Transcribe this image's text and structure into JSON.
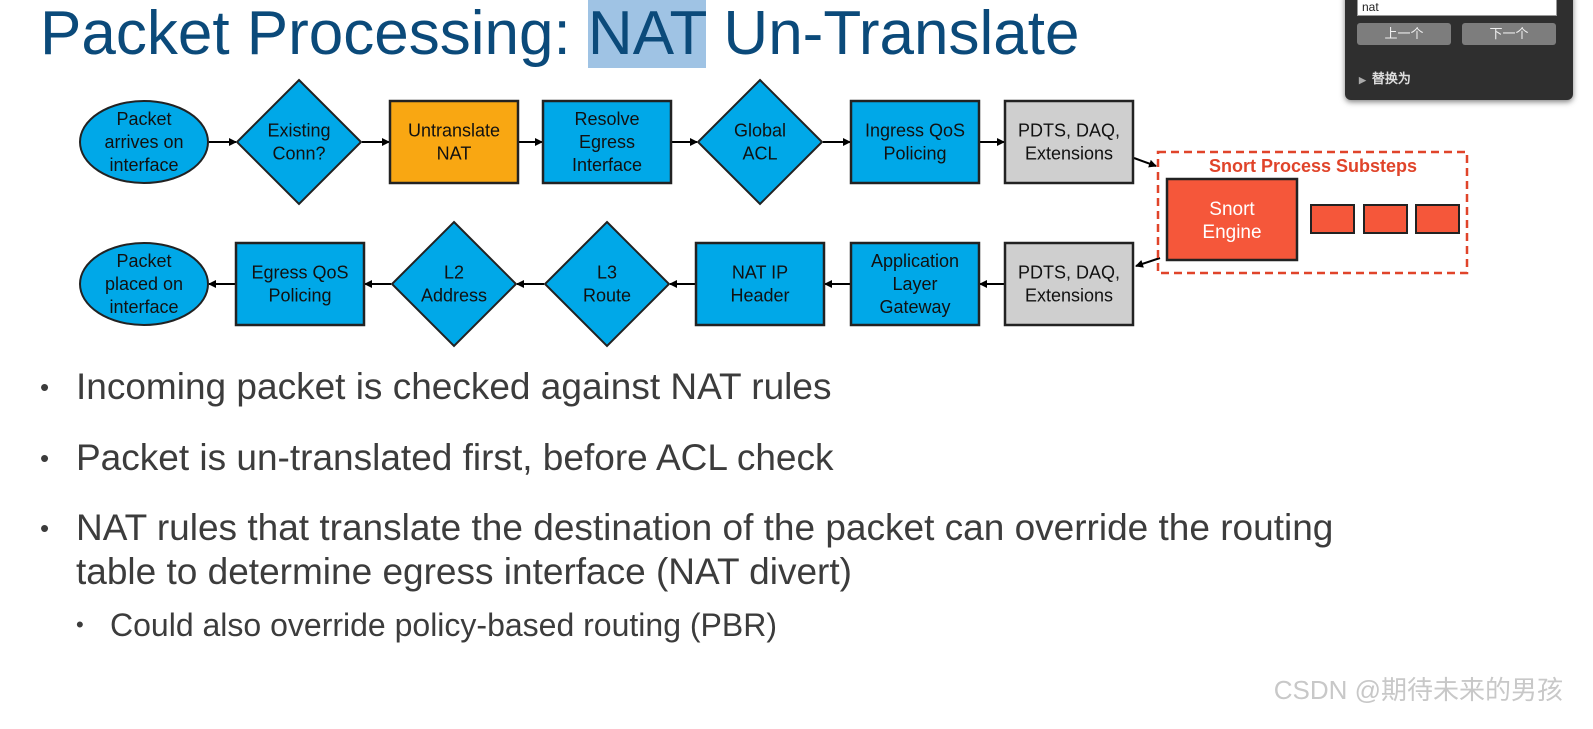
{
  "slide": {
    "title_pre": "Packet Processing: ",
    "title_highlight": "NAT",
    "title_post": " Un-Translate"
  },
  "flow": {
    "row1": [
      {
        "shape": "ellipse",
        "lines": [
          "Packet",
          "arrives on",
          "interface"
        ],
        "color": "#00a8e8"
      },
      {
        "shape": "diamond",
        "lines": [
          "Existing",
          "Conn?"
        ],
        "color": "#00a8e8"
      },
      {
        "shape": "rect",
        "lines": [
          "Untranslate",
          "NAT"
        ],
        "color": "#f9a712"
      },
      {
        "shape": "rect",
        "lines": [
          "Resolve",
          "Egress",
          "Interface"
        ],
        "color": "#00a8e8"
      },
      {
        "shape": "diamond",
        "lines": [
          "Global",
          "ACL"
        ],
        "color": "#00a8e8"
      },
      {
        "shape": "rect",
        "lines": [
          "Ingress QoS",
          "Policing"
        ],
        "color": "#00a8e8"
      },
      {
        "shape": "rect",
        "lines": [
          "PDTS, DAQ,",
          "Extensions"
        ],
        "color": "#cfcfcf"
      }
    ],
    "row2": [
      {
        "shape": "ellipse",
        "lines": [
          "Packet",
          "placed on",
          "interface"
        ],
        "color": "#00a8e8"
      },
      {
        "shape": "rect",
        "lines": [
          "Egress QoS",
          "Policing"
        ],
        "color": "#00a8e8"
      },
      {
        "shape": "diamond",
        "lines": [
          "L2",
          "Address"
        ],
        "color": "#00a8e8"
      },
      {
        "shape": "diamond",
        "lines": [
          "L3",
          "Route"
        ],
        "color": "#00a8e8"
      },
      {
        "shape": "rect",
        "lines": [
          "NAT IP",
          "Header"
        ],
        "color": "#00a8e8"
      },
      {
        "shape": "rect",
        "lines": [
          "Application",
          "Layer",
          "Gateway"
        ],
        "color": "#00a8e8"
      },
      {
        "shape": "rect",
        "lines": [
          "PDTS, DAQ,",
          "Extensions"
        ],
        "color": "#cfcfcf"
      }
    ],
    "snort": {
      "title": "Snort Process Substeps",
      "engine_lines": [
        "Snort",
        "Engine"
      ],
      "color": "#f5573a",
      "border_color": "#e0442a"
    }
  },
  "bullets": [
    {
      "text": "Incoming packet is checked against NAT rules"
    },
    {
      "text": "Packet is un-translated first, before ACL check"
    },
    {
      "text": "NAT rules that translate the destination of the packet can override the routing",
      "text2": "table to determine egress interface (NAT divert)"
    }
  ],
  "sub_bullet": "Could also override policy-based routing (PBR)",
  "bullet_char": "•",
  "find_panel": {
    "query": "nat",
    "prev_label": "上一个",
    "next_label": "下一个",
    "replace_label": "替换为"
  },
  "watermark": "CSDN @期待未来的男孩"
}
